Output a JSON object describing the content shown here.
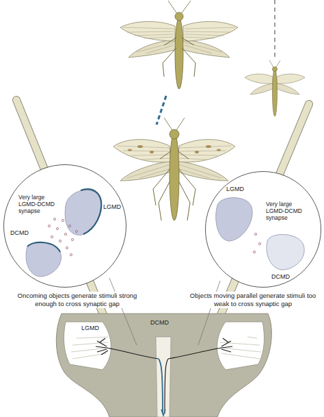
{
  "diagram": {
    "nodes": [
      {
        "text": [
          "Very large LGMD-DCMD synapse",
          "LGMD",
          "DCMD"
        ]
      },
      {
        "text": [
          "LGMD",
          "Very large LGMD-DCMD synapse",
          "DCMD"
        ]
      }
    ],
    "labels": [
      "Oncoming objects generate stimuli strong enough to cross synaptic gap",
      "Objects moving parallel generate stimuli too weak to cross synaptic gap",
      "LGMD",
      "DCMD"
    ]
  }
}
